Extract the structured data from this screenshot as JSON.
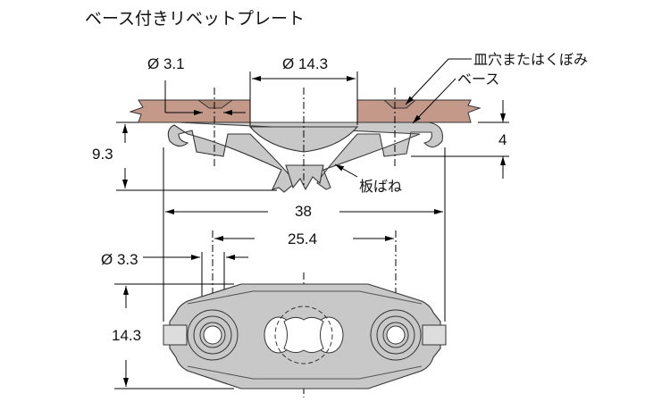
{
  "title": "ベース付きリベットプレート",
  "labels": {
    "hole_small_dia": "Ø 3.1",
    "hole_center_dia": "Ø 14.3",
    "countersink": "皿穴またはくぼみ",
    "base": "ベース",
    "thickness": "4",
    "height": "9.3",
    "leaf_spring": "板ばね",
    "overall_width": "38",
    "hole_pitch": "25.4",
    "hole_dia": "Ø 3.3",
    "plate_height": "14.3"
  },
  "colors": {
    "panel": "#c4998a",
    "part": "#c8c8c8"
  }
}
